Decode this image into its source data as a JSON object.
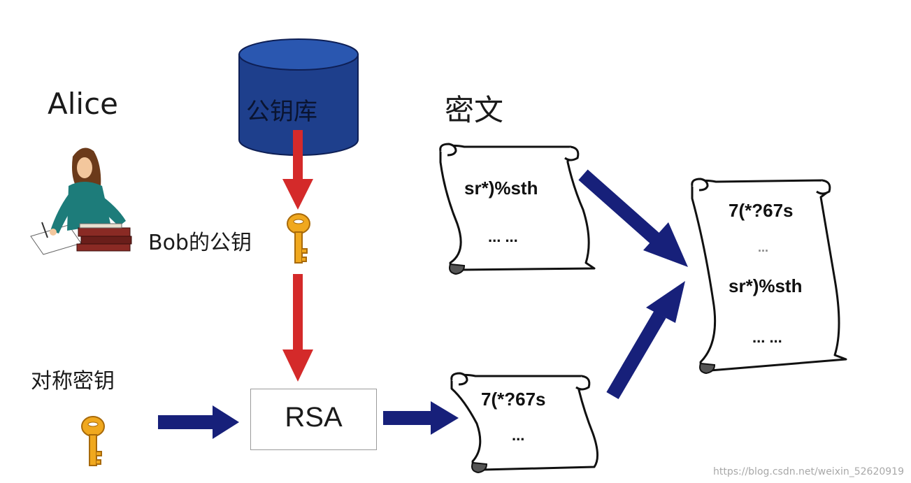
{
  "labels": {
    "alice": "Alice",
    "public_key_db": "公钥库",
    "ciphertext": "密文",
    "bob_public_key": "Bob的公钥",
    "symmetric_key": "对称密钥",
    "rsa": "RSA"
  },
  "scrolls": {
    "top": {
      "line1": "sr*)%sth",
      "line2": "... ..."
    },
    "bottom": {
      "line1": "7(*?67s",
      "line2": "..."
    },
    "combined": {
      "line1": "7(*?67s",
      "line2": "...",
      "line3": "sr*)%sth",
      "line4": "... ..."
    }
  },
  "watermark": "https://blog.csdn.net/weixin_52620919",
  "colors": {
    "db_fill": "#1e3f8c",
    "red_arrow": "#d42a2a",
    "blue_arrow": "#17207a",
    "key_gold": "#f0a81e"
  },
  "icons": [
    "database-icon",
    "key-icon",
    "person-writing-icon",
    "scroll-icon",
    "arrow-icon"
  ]
}
